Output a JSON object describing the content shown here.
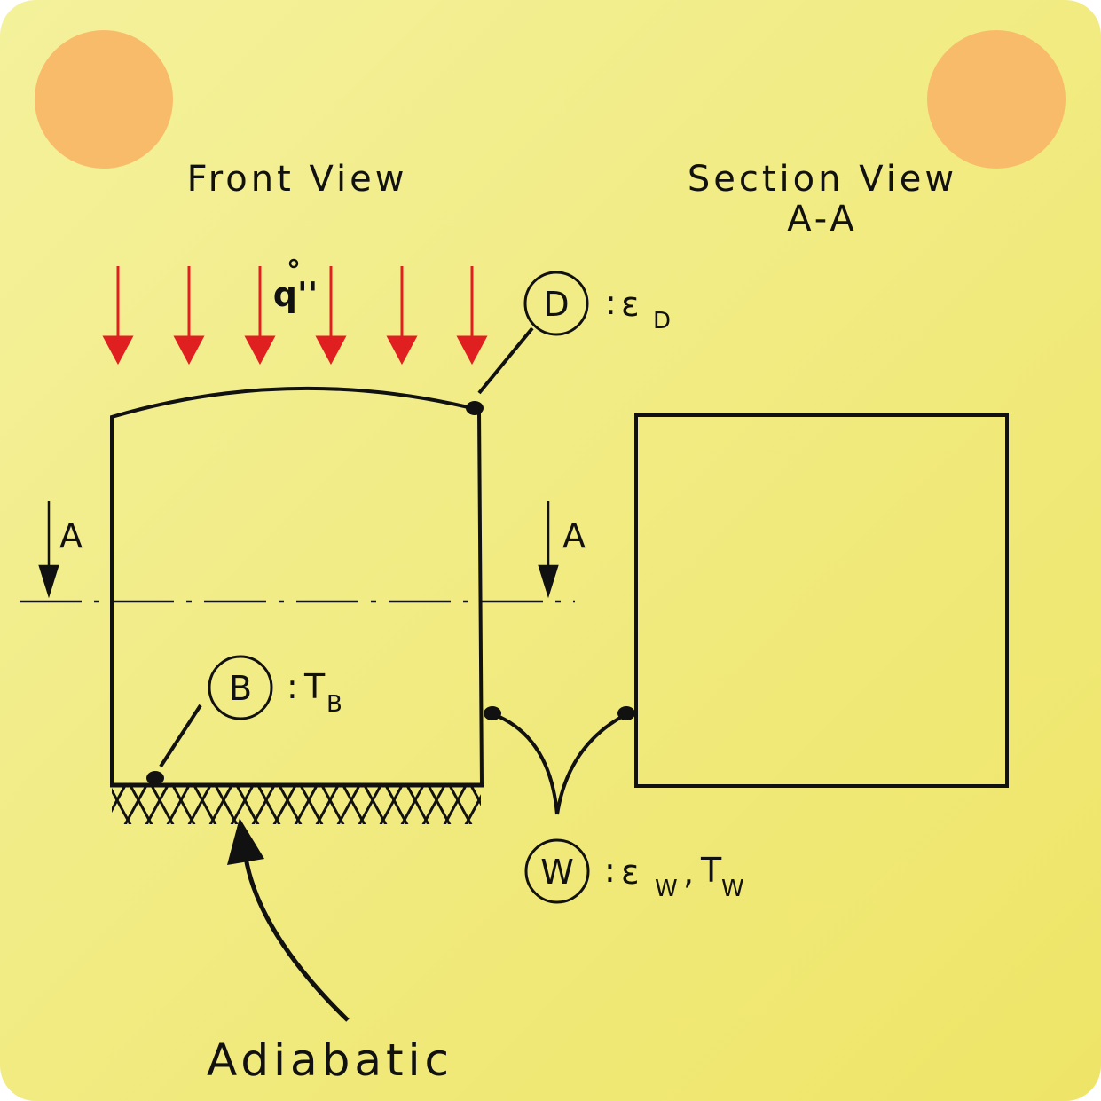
{
  "views": {
    "front_title": "Front View",
    "section_title_line1": "Section View",
    "section_title_line2": "A-A"
  },
  "section_marks": {
    "left": "A",
    "right": "A"
  },
  "heat_flux": {
    "label": "q''",
    "arrow_count": 6,
    "arrow_color": "#e02020"
  },
  "surfaces": {
    "D": {
      "letter": "D",
      "prefix": ":",
      "symbol": "ε",
      "subscript": "D"
    },
    "B": {
      "letter": "B",
      "prefix": ":",
      "symbol": "T",
      "subscript": "B"
    },
    "W": {
      "letter": "W",
      "prefix": ":",
      "symbol1": "ε",
      "sub1": "W",
      "sep": ",",
      "symbol2": "T",
      "sub2": "W"
    }
  },
  "adiabatic_label": "Adiabatic",
  "colors": {
    "background_light": "#f3f09a",
    "background_dark": "#efe66a",
    "corner_dot": "#f8bb6a",
    "ink": "#111111"
  }
}
